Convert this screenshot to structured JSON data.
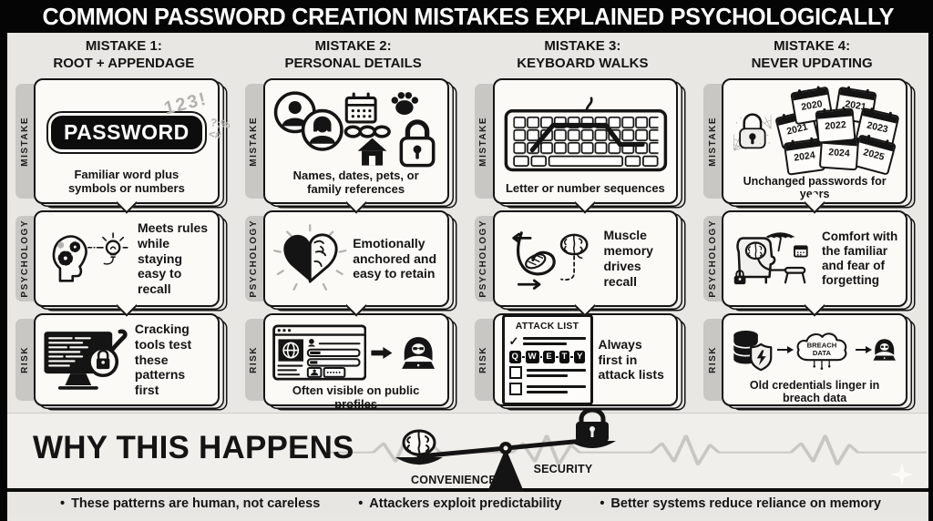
{
  "title": "COMMON PASSWORD CREATION MISTAKES EXPLAINED PSYCHOLOGICALLY",
  "tab_labels": {
    "mistake": "MISTAKE",
    "psychology": "PSYCHOLOGY",
    "risk": "RISK"
  },
  "columns": [
    {
      "header1": "MISTAKE 1:",
      "header2": "ROOT + APPENDAGE",
      "mistake": {
        "password_text": "PASSWORD",
        "decor_numbers": "123!",
        "decor_symbols": "?;%<#",
        "caption": "Familiar word plus symbols or numbers"
      },
      "psychology": {
        "text": "Meets rules while staying easy to recall"
      },
      "risk": {
        "text": "Cracking tools test these patterns first"
      }
    },
    {
      "header1": "MISTAKE 2:",
      "header2": "PERSONAL DETAILS",
      "mistake": {
        "caption": "Names, dates, pets, or family references"
      },
      "psychology": {
        "text": "Emotionally anchored and easy to retain"
      },
      "risk": {
        "caption": "Often visible on public profiles"
      }
    },
    {
      "header1": "MISTAKE 3:",
      "header2": "KEYBOARD WALKS",
      "mistake": {
        "caption": "Letter or number sequences"
      },
      "psychology": {
        "text": "Muscle memory drives recall"
      },
      "risk": {
        "text": "Always first in attack lists",
        "list_title": "ATTACK LIST",
        "check_char": "✓",
        "keys": [
          "Q",
          "W",
          "E",
          "T",
          "Y"
        ]
      }
    },
    {
      "header1": "MISTAKE 4:",
      "header2": "NEVER UPDATING",
      "mistake": {
        "caption": "Unchanged passwords for years",
        "years": [
          "2020",
          "2021",
          "2022",
          "2021",
          "2023",
          "2024",
          "2024",
          "2025"
        ]
      },
      "psychology": {
        "text": "Comfort with the familiar and fear of forgetting"
      },
      "risk": {
        "caption": "Old credentials linger in breach data",
        "cloud_line1": "BREACH",
        "cloud_line2": "DATA"
      }
    }
  ],
  "why": {
    "heading": "WHY THIS HAPPENS",
    "left_label": "CONVENIENCE",
    "right_label": "SECURITY"
  },
  "footer": {
    "bullet_char": "•",
    "bullets": [
      "These patterns are human, not careless",
      "Attackers exploit predictability",
      "Better systems reduce reliance on memory"
    ]
  },
  "colors": {
    "page_bg": "#e9e7e3",
    "card_bg": "#fbfaf7",
    "tab_bg": "#c9c7c3",
    "ink": "#141414",
    "decor_gray": "#b3b1ad"
  }
}
